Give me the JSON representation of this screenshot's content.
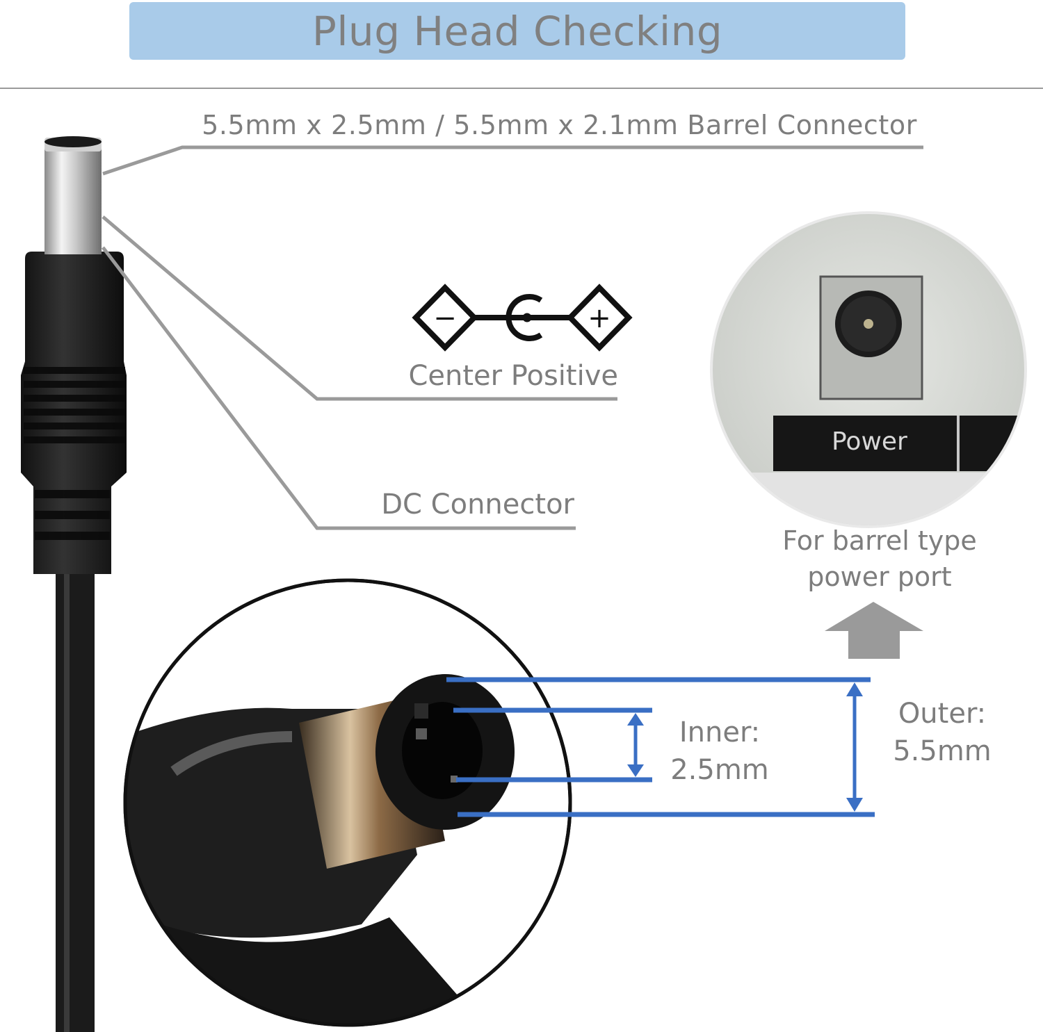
{
  "header": {
    "title": "Plug Head Checking"
  },
  "labels": {
    "connector_spec": "5.5mm x 2.5mm / 5.5mm x 2.1mm Barrel Connector",
    "polarity": "Center Positive",
    "dc_connector": "DC Connector",
    "port_note_line1": "For barrel type",
    "port_note_line2": "power port",
    "port_panel_label": "Power",
    "inner_title": "Inner:",
    "inner_value": "2.5mm",
    "outer_title": "Outer:",
    "outer_value": "5.5mm"
  },
  "symbols": {
    "negative": "−",
    "positive": "+"
  },
  "colors": {
    "header_bg": "#a9cbe9",
    "text_gray": "#7d7d7d",
    "dimension_blue": "#3a6fc4",
    "arrow_gray": "#9a9a9a"
  },
  "icons": [
    "polarity-symbol-icon",
    "up-arrow-icon",
    "dc-plug-icon",
    "power-port-icon"
  ]
}
